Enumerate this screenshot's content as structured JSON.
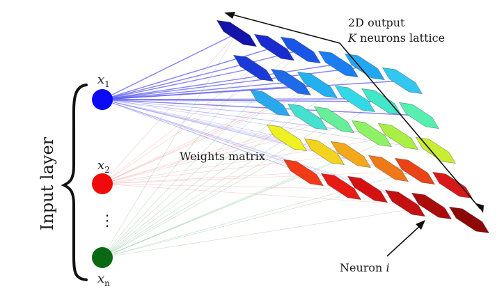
{
  "input_layer": {
    "label": "Input layer",
    "nodes": [
      {
        "var": "x",
        "sub": "1",
        "color": "#0a0af5"
      },
      {
        "var": "x",
        "sub": "2",
        "color": "#f00a0a"
      },
      {
        "var": "x",
        "sub": "n",
        "color": "#0a6a14"
      }
    ],
    "ellipsis": "⋮"
  },
  "weights_label": "Weights matrix",
  "output": {
    "line1": "2D output",
    "line2_var": "K",
    "line2_rest": " neurons lattice"
  },
  "neuron": {
    "text": "Neuron ",
    "var": "i"
  },
  "lattice": {
    "rows": 5,
    "cols": 6,
    "colors": [
      [
        "#1414a8",
        "#1a2ccf",
        "#1a55e6",
        "#1a7ef0",
        "#22a8f2",
        "#33c6f0"
      ],
      [
        "#1a3ad8",
        "#1e6ae8",
        "#22b0f0",
        "#33d8e6",
        "#44e6c8",
        "#55f0b0"
      ],
      [
        "#2aa8ee",
        "#44e0d0",
        "#66ee99",
        "#8ef266",
        "#aaf044",
        "#c8ee33"
      ],
      [
        "#eef022",
        "#f2d41e",
        "#f2a81a",
        "#f07818",
        "#e84416",
        "#d81818"
      ],
      [
        "#f23a16",
        "#e81a14",
        "#d41212",
        "#c41010",
        "#aa0c0c",
        "#8e0808"
      ]
    ]
  }
}
